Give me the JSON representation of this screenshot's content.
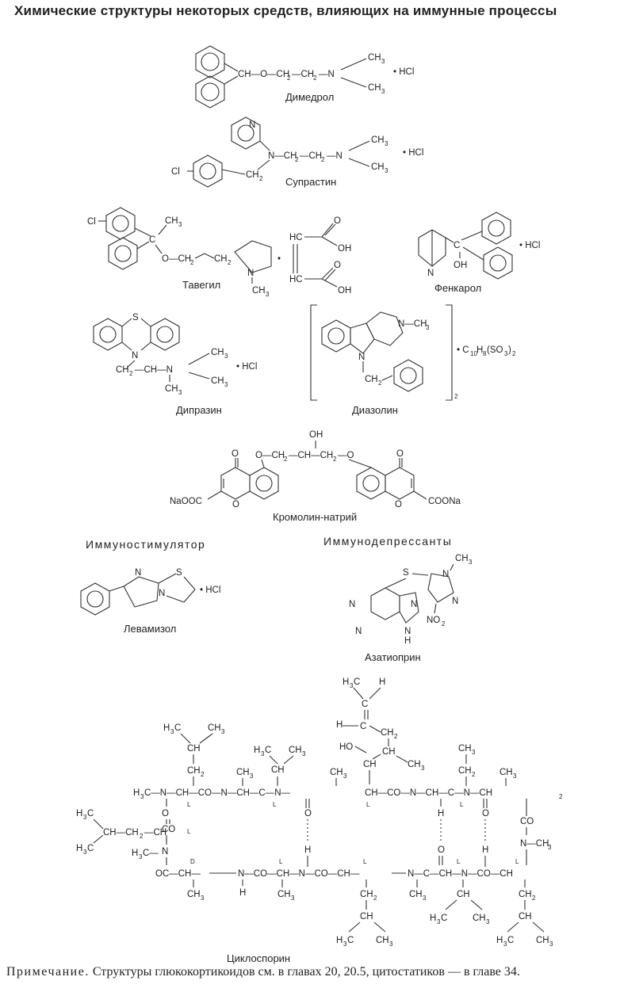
{
  "title": "Химические структуры некоторых средств, влияющих на иммунные процессы",
  "compounds": {
    "dimedrol": "Димедрол",
    "suprastin": "Супрастин",
    "tavegil": "Тавегил",
    "fenkarol": "Фенкарол",
    "diprazin": "Дипразин",
    "diazolin": "Диазолин",
    "cromolyn": "Кромолин-натрий",
    "levamisol": "Левамизол",
    "azathioprine": "Азатиоприн",
    "cyclosporin": "Циклоспорин"
  },
  "sections": {
    "immunostimulator": "Иммуностимулятор",
    "immunosuppressants": "Иммунодепрессанты"
  },
  "note": {
    "label": "Примечание.",
    "text": "Структуры глюкокортикоидов см. в главах 20, 20.5, цитостатиков — в главе 34."
  }
}
